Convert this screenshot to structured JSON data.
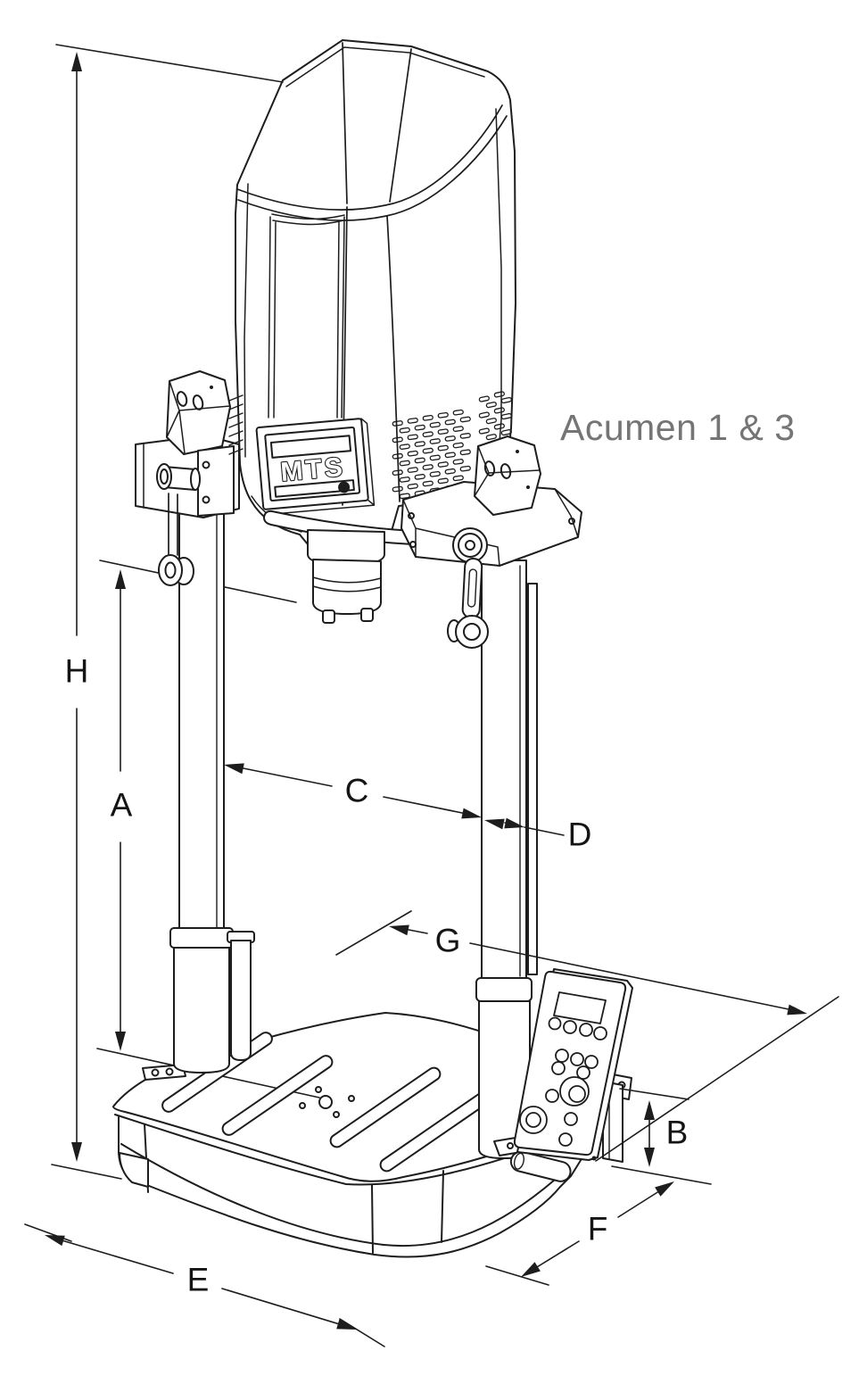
{
  "diagram": {
    "product_note": "Acumen 1 & 3",
    "brand": "MTS",
    "dim_labels": {
      "H": "H",
      "A": "A",
      "C": "C",
      "D": "D",
      "G": "G",
      "B": "B",
      "F": "F",
      "E": "E"
    }
  },
  "colors": {
    "line": "#1d1d1d",
    "note_text": "#757575",
    "label_text": "#151515"
  }
}
